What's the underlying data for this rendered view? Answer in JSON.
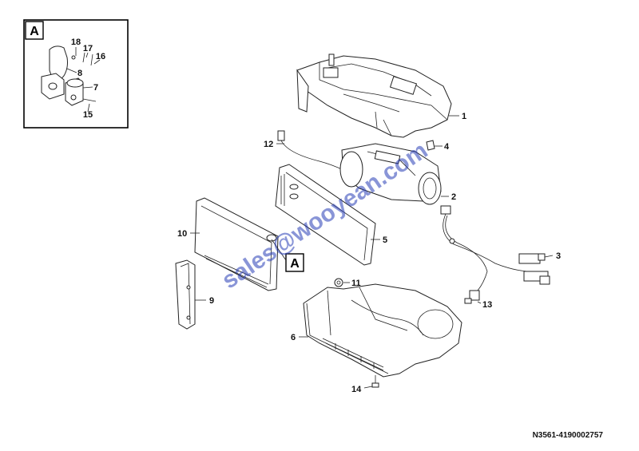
{
  "detail_view": {
    "letter": "A",
    "labels": [
      "18",
      "17",
      "16",
      "8",
      "7",
      "15"
    ]
  },
  "callout_box": {
    "letter": "A"
  },
  "part_labels": [
    "1",
    "2",
    "3",
    "4",
    "5",
    "6",
    "9",
    "10",
    "11",
    "12",
    "13",
    "14"
  ],
  "watermark": "sales@wooyean.com",
  "reference_code": "N3561-4190002757",
  "colors": {
    "line": "#222222",
    "watermark": "#2a3fb8",
    "background": "#ffffff"
  }
}
